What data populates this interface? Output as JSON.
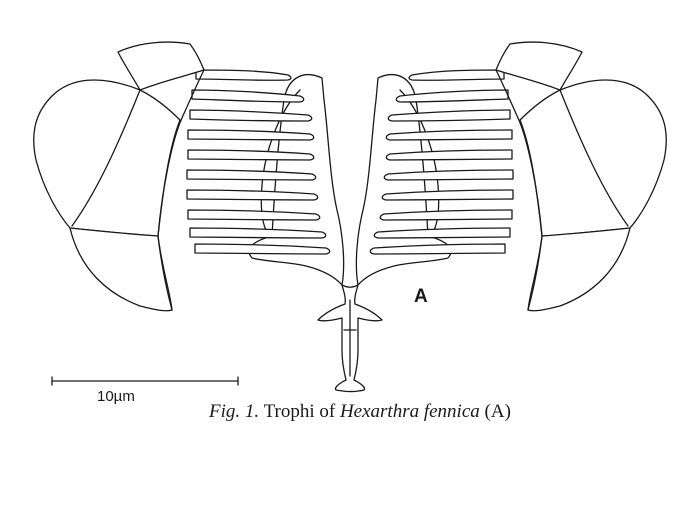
{
  "figure": {
    "panel_label": "A",
    "scale_bar_label": "10µm",
    "caption": {
      "prefix": "Fig. 1.",
      "text_before_species": "Trophi of",
      "species": "Hexarthra fennica",
      "suffix": "(A)"
    }
  }
}
